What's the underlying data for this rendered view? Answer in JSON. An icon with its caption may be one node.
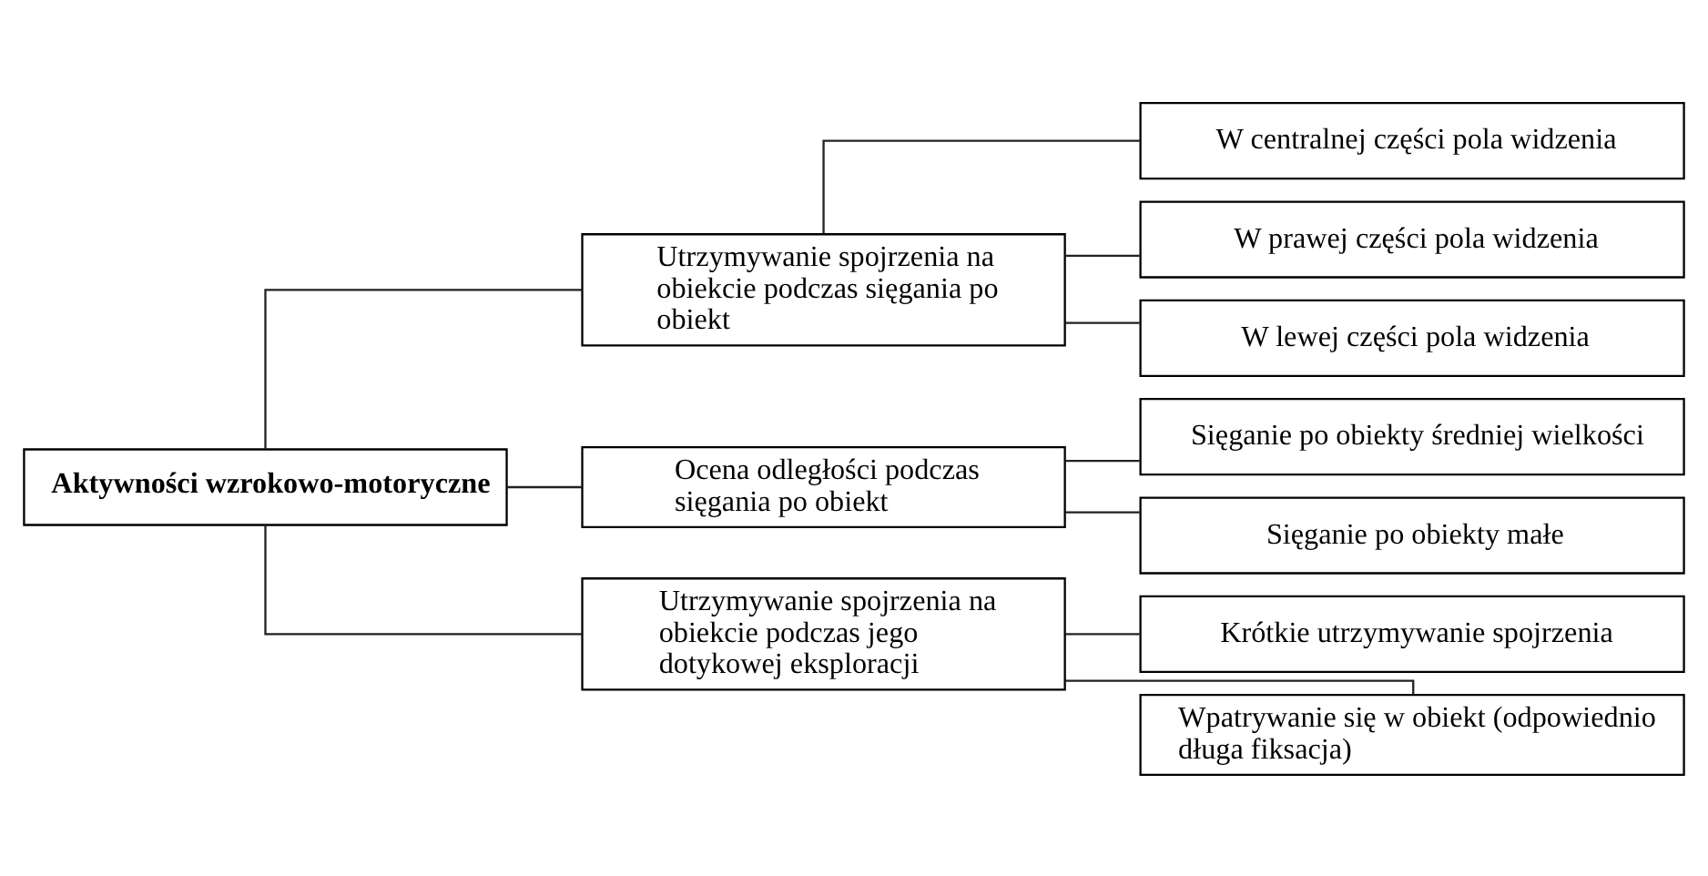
{
  "diagram": {
    "nodes": [
      {
        "text": [
          "Aktywności wzrokowo-motoryczne"
        ]
      },
      {
        "text": [
          "Utrzymywanie spojrzenia na obiekcie podczas sięgania po obiekt"
        ]
      },
      {
        "text": [
          "Ocena odległości podczas sięgania po obiekt"
        ]
      },
      {
        "text": [
          "Utrzymywanie spojrzenia na obiekcie podczas jego dotykowej eksploracji"
        ]
      },
      {
        "text": [
          "W centralnej części pola widzenia"
        ]
      },
      {
        "text": [
          "W prawej części pola widzenia"
        ]
      },
      {
        "text": [
          "W lewej części pola widzenia"
        ]
      },
      {
        "text": [
          "Sięganie po obiekty średniej wielkości"
        ]
      },
      {
        "text": [
          "Sięganie po obiekty małe"
        ]
      },
      {
        "text": [
          "Krótkie utrzymywanie spojrzenia"
        ]
      },
      {
        "text": [
          "Wpatrywanie się w obiekt (odpowiednio długa fiksacja)"
        ]
      }
    ],
    "edges": [
      {
        "from": 0,
        "to": 1,
        "arrow": "none"
      },
      {
        "from": 0,
        "to": 2,
        "arrow": "none"
      },
      {
        "from": 0,
        "to": 3,
        "arrow": "none"
      },
      {
        "from": 1,
        "to": 4,
        "arrow": "none"
      },
      {
        "from": 1,
        "to": 5,
        "arrow": "none"
      },
      {
        "from": 1,
        "to": 6,
        "arrow": "none"
      },
      {
        "from": 2,
        "to": 7,
        "arrow": "none"
      },
      {
        "from": 2,
        "to": 8,
        "arrow": "none"
      },
      {
        "from": 3,
        "to": 9,
        "arrow": "none"
      },
      {
        "from": 3,
        "to": 10,
        "arrow": "none"
      }
    ]
  }
}
